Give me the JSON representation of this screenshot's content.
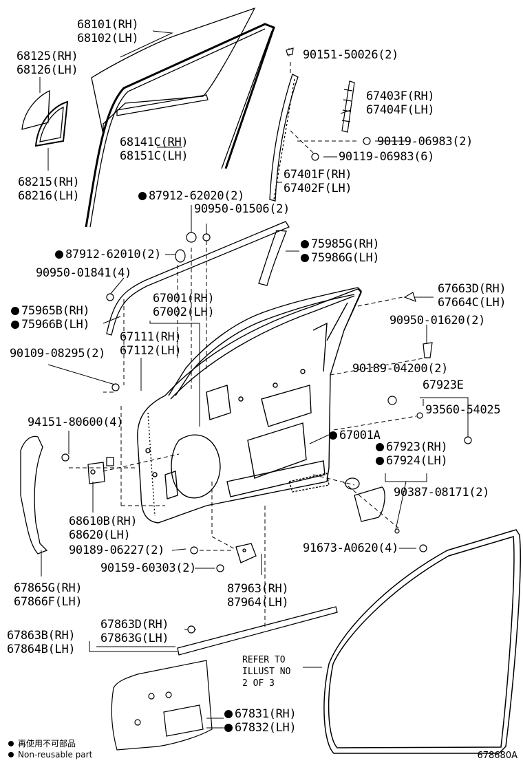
{
  "labels": {
    "l68101": "68101(RH)",
    "l68102": "68102(LH)",
    "l68125": "68125(RH)",
    "l68126": "68126(LH)",
    "l90151": "90151-50026(2)",
    "l67403": "67403F(RH)",
    "l67404": "67404F(LH)",
    "l90119a": "90119-06983(2)",
    "l90119b": "90119-06983(6)",
    "l68141": "68141C(RH)",
    "l68151": "68151C(LH)",
    "l68215": "68215(RH)",
    "l68216": "68216(LH)",
    "l67401": "67401F(RH)",
    "l67402": "67402F(LH)",
    "l87912a": "87912-62020(2)",
    "l90950a": "90950-01506(2)",
    "l87912b": "87912-62010(2)",
    "l75985": "75985G(RH)",
    "l75986": "75986G(LH)",
    "l90950b": "90950-01841(4)",
    "l67001": "67001(RH)",
    "l67002": "67002(LH)",
    "l67663": "67663D(RH)",
    "l67664": "67664C(LH)",
    "l75965": "75965B(RH)",
    "l75966": "75966B(LH)",
    "l90950c": "90950-01620(2)",
    "l67111": "67111(RH)",
    "l67112": "67112(LH)",
    "l90109": "90109-08295(2)",
    "l90189a": "90189-04200(2)",
    "l67923e": "67923E",
    "l93560": "93560-54025",
    "l94151": "94151-80600(4)",
    "l67001a": "67001A",
    "l67923": "67923(RH)",
    "l67924": "67924(LH)",
    "l90387": "90387-08171(2)",
    "l68610": "68610B(RH)",
    "l68620": "68620(LH)",
    "l90189b": "90189-06227(2)",
    "l91673": "91673-A0620(4)",
    "l90159": "90159-60303(2)",
    "l67865": "67865G(RH)",
    "l67866": "67866F(LH)",
    "l87963": "87963(RH)",
    "l87964": "87964(LH)",
    "l67863d": "67863D(RH)",
    "l67863b": "67863B(RH)",
    "l67863g": "67863G(LH)",
    "l67864": "67864B(LH)",
    "l67831": "67831(RH)",
    "l67832": "67832(LH)"
  },
  "refer": [
    "REFER TO",
    "ILLUST NO",
    "2 OF 3"
  ],
  "legend": {
    "symbol": "●",
    "line1": "再使用不可部品",
    "line2": "Non-reusable part"
  },
  "illustration_code": "678680A"
}
